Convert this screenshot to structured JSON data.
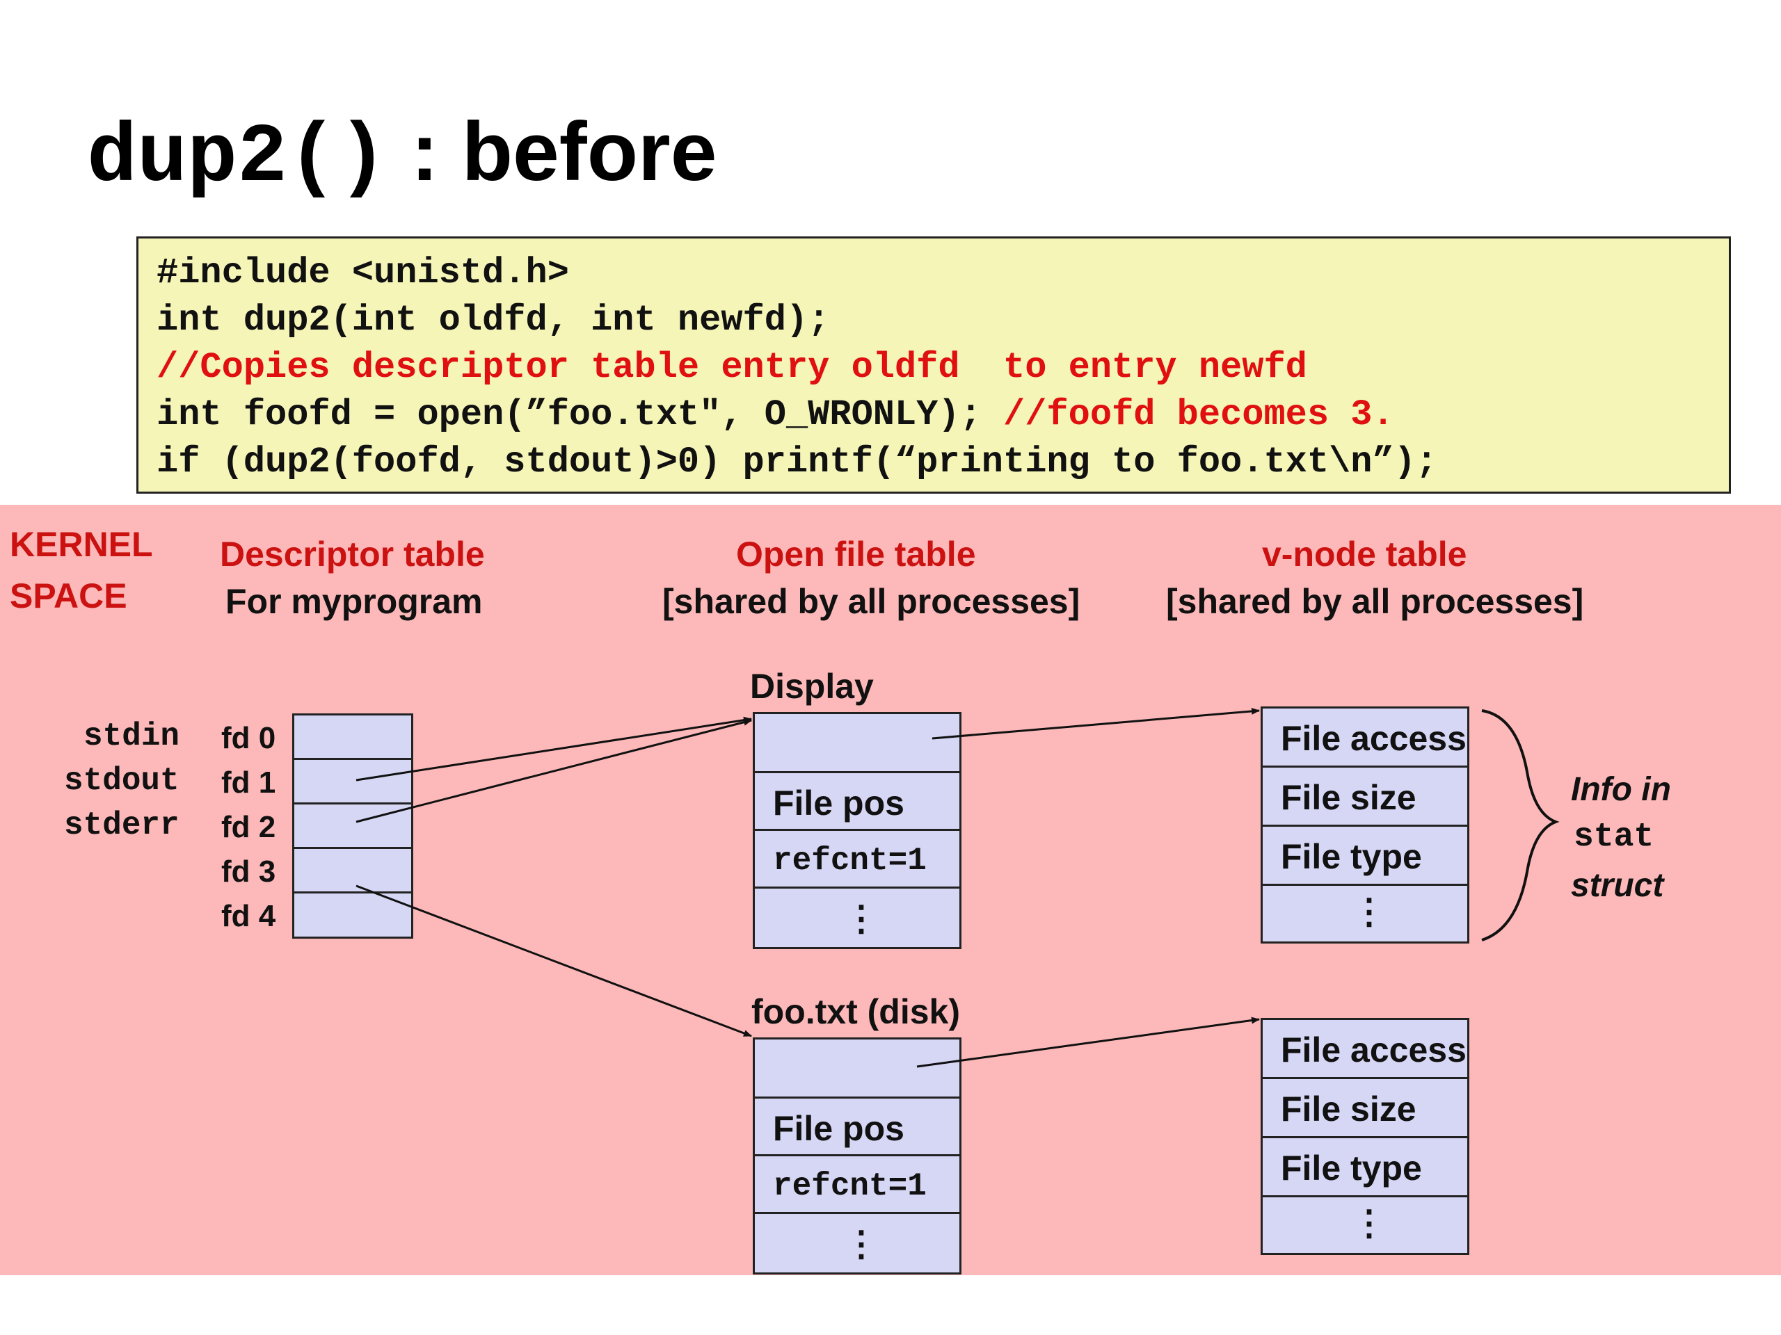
{
  "title": {
    "func": "dup2()",
    "suffix": " : before"
  },
  "code": {
    "line1": "#include <unistd.h>",
    "line2": "int dup2(int oldfd, int newfd);",
    "line3": "//Copies descriptor table entry oldfd  to entry newfd",
    "line4_code": "int foofd = open(”foo.txt\", O_WRONLY); ",
    "line4_comment": "//foofd becomes 3.",
    "line5": "if (dup2(foofd, stdout)>0) printf(“printing to foo.txt\\n”);"
  },
  "kernel": {
    "line1": "KERNEL",
    "line2": "SPACE"
  },
  "headers": {
    "descriptor": {
      "title": "Descriptor table",
      "sub": "For myprogram"
    },
    "open_file": {
      "title": "Open file table",
      "sub": "[shared by all processes]"
    },
    "vnode": {
      "title": "v-node table",
      "sub": "[shared by all processes]"
    }
  },
  "streams": [
    "stdin",
    "stdout",
    "stderr"
  ],
  "fds": [
    "fd 0",
    "fd 1",
    "fd 2",
    "fd 3",
    "fd 4"
  ],
  "open_files": [
    {
      "name": "Display",
      "pos": "File pos",
      "refcnt": "refcnt=1",
      "more": "⋮"
    },
    {
      "name": "foo.txt (disk)",
      "pos": "File pos",
      "refcnt": "refcnt=1",
      "more": "⋮"
    }
  ],
  "vnodes": [
    {
      "access": "File access",
      "size": "File size",
      "type": "File type",
      "more": "⋮"
    },
    {
      "access": "File access",
      "size": "File size",
      "type": "File type",
      "more": "⋮"
    }
  ],
  "note": {
    "line1": "Info in",
    "line2": "stat",
    "line3": "struct"
  },
  "colors": {
    "kernel_bg": "#fdb9b9",
    "code_bg": "#f5f5b8",
    "cell_bg": "#d6d6f5",
    "red": "#cc1111"
  }
}
